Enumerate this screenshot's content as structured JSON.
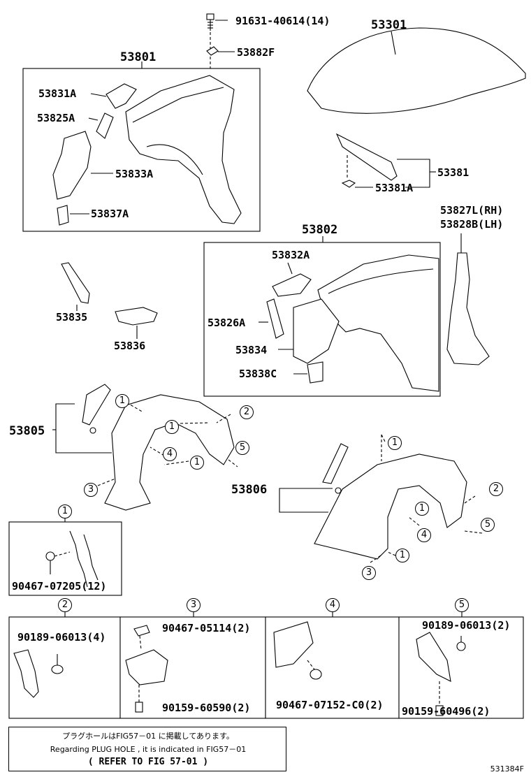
{
  "parts": {
    "p91631": "91631-40614(14)",
    "p53882f": "53882F",
    "p53301": "53301",
    "p53801": "53801",
    "p53831a": "53831A",
    "p53825a": "53825A",
    "p53833a": "53833A",
    "p53837a": "53837A",
    "p53381": "53381",
    "p53381a": "53381A",
    "p53827l": "53827L(RH)",
    "p53828b": "53828B(LH)",
    "p53802": "53802",
    "p53832a": "53832A",
    "p53826a": "53826A",
    "p53834": "53834",
    "p53838c": "53838C",
    "p53835": "53835",
    "p53836": "53836",
    "p53805": "53805",
    "p53806": "53806",
    "p90467_07205": "90467-07205(12)",
    "p90189_06013_4": "90189-06013(4)",
    "p90467_05114": "90467-05114(2)",
    "p90159_60590": "90159-60590(2)",
    "p90467_07152": "90467-07152-C0(2)",
    "p90189_06013_2": "90189-06013(2)",
    "p90159_60496": "90159-60496(2)"
  },
  "callouts": {
    "c1": "1",
    "c2": "2",
    "c3": "3",
    "c4": "4",
    "c5": "5"
  },
  "note": {
    "line1": "プラグホールはFIG57－01 に掲載してあります。",
    "line2": "Regarding  PLUG HOLE , it is indicated in FIG57－01",
    "line3": "(   REFER TO FIG 57-01 )"
  },
  "figure_code": "531384F"
}
